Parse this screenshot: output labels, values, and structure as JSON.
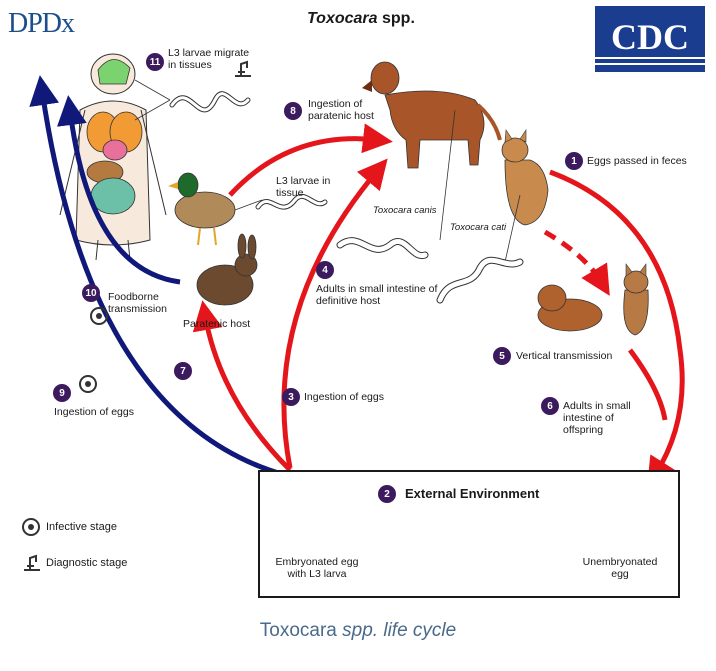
{
  "header": {
    "logo_left": "DPDx",
    "logo_right": "CDC",
    "title_genus": "Toxocara",
    "title_species": "spp."
  },
  "steps": [
    {
      "number": "1",
      "text": "Eggs passed in feces"
    },
    {
      "number": "2",
      "text": "External Environment"
    },
    {
      "number": "3",
      "text": "Ingestion of eggs"
    },
    {
      "number": "4",
      "text": "Adults in small intestine of definitive host"
    },
    {
      "number": "5",
      "text": "Vertical transmission"
    },
    {
      "number": "6",
      "text": "Adults in small intestine of offspring"
    },
    {
      "number": "7",
      "text": ""
    },
    {
      "number": "8",
      "text": "Ingestion of paratenic host"
    },
    {
      "number": "9",
      "text": "Ingestion of eggs"
    },
    {
      "number": "10",
      "text": "Foodborne transmission"
    },
    {
      "number": "11",
      "text": "L3 larvae migrate in tissues"
    }
  ],
  "labels": {
    "l3_tissue": "L3 larvae in tissue",
    "paratenic_host": "Paratenic host",
    "toxocara_canis": "Toxocara canis",
    "toxocara_cati": "Toxocara cati",
    "embryonated_egg": "Embryonated egg with L3 larva",
    "unembryonated_egg": "Unembryonated egg"
  },
  "legend": {
    "infective": "Infective stage",
    "diagnostic": "Diagnostic stage"
  },
  "caption": {
    "genus": "Toxocara",
    "rest": "spp. life cycle"
  },
  "colors": {
    "red_arrow": "#e4161b",
    "blue_arrow": "#10187a",
    "number_badge": "#3b1a5e",
    "caption": "#4a6a8a",
    "dog": "#a8552a",
    "cat": "#c98a4e",
    "rabbit": "#6b4a30"
  }
}
